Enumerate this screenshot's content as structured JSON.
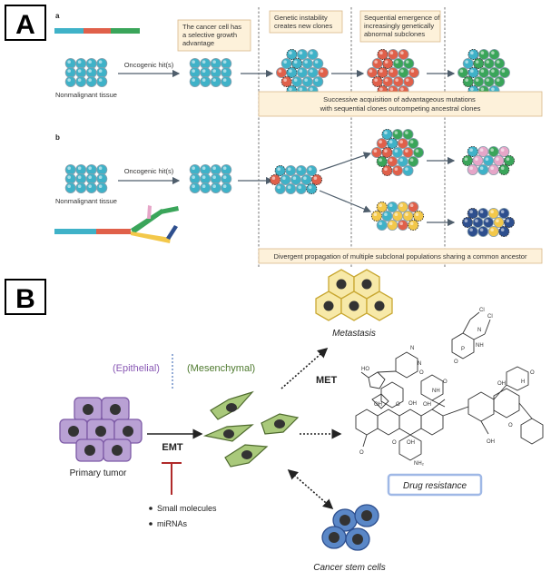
{
  "panelA": {
    "letter": "A",
    "rowA": {
      "letter": "a",
      "nonmalignant": "Nonmalignant tissue",
      "oncogenic": "Oncogenic hit(s)",
      "box1": [
        "The cancer cell has",
        "a selective growth",
        "advantage"
      ],
      "box2": [
        "Genetic instability",
        "creates new clones"
      ],
      "box3": [
        "Sequential emergence of",
        "increasingly genetically",
        "abnormal subclones"
      ],
      "summary": [
        "Successive acquisition of advantageous mutations",
        "with sequential clones outcompeting ancestral clones"
      ]
    },
    "rowB": {
      "letter": "b",
      "nonmalignant": "Nonmalignant tissue",
      "oncogenic": "Oncogenic hit(s)",
      "summary": "Divergent propagation of multiple subclonal populations sharing a common ancestor"
    }
  },
  "panelB": {
    "letter": "B",
    "epithelial": "(Epithelial)",
    "mesenchymal": "(Mesenchymal)",
    "primary_tumor": "Primary tumor",
    "emt": "EMT",
    "met": "MET",
    "metastasis": "Metastasis",
    "drug_resistance": "Drug resistance",
    "cancer_stem_cells": "Cancer stem cells",
    "inhibitors": [
      "Small molecules",
      "miRNAs"
    ]
  },
  "colors": {
    "teal": "#3fb2c8",
    "red": "#e0604a",
    "green": "#3aa55a",
    "yellow": "#f3c84a",
    "pink": "#e6a6c8",
    "navy": "#2e4f8e",
    "purple": "#b9a1d4",
    "mesenchymal_green": "#a9c97b",
    "metastasis_yellow": "#f7e9a8",
    "stem_blue": "#5a87c7",
    "box_fill": "#fdf1da",
    "box_stroke": "#d9b98a"
  }
}
